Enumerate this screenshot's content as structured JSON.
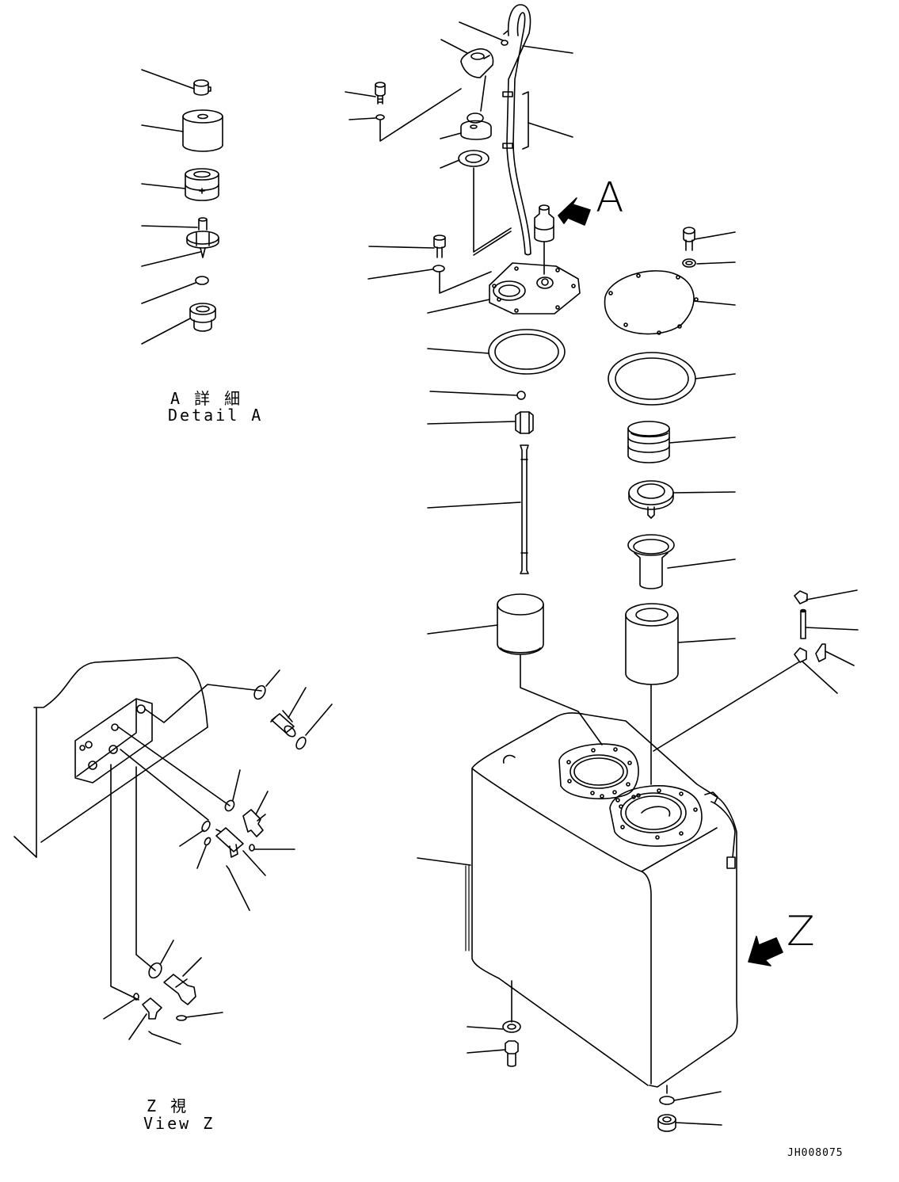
{
  "detail_a": {
    "jp": "A 詳 細",
    "en": "Detail A"
  },
  "view_z": {
    "jp": "Z 視",
    "en": "View Z"
  },
  "callouts": {
    "a": "A",
    "z": "Z"
  },
  "drawing_code": "JH008075"
}
